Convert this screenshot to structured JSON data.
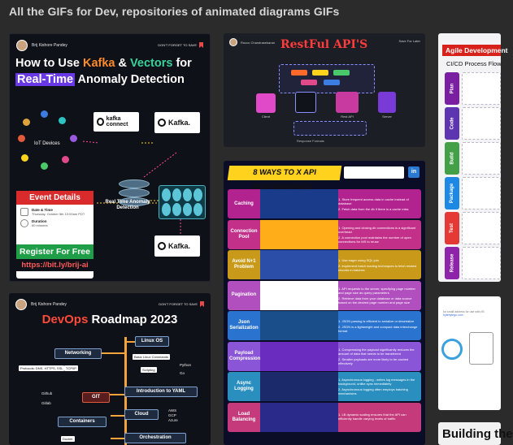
{
  "page": {
    "heading": "All the GIFs for Dev, repositories of animated diagrams GIFs"
  },
  "cards": {
    "kafka": {
      "author": "Brij Kishore Pandey",
      "save_hint": "DON'T FORGET TO SAVE",
      "title_1": "How to Use ",
      "title_kafka": "Kafka",
      "title_and": " & ",
      "title_vectors": "Vectors",
      "title_for": " for",
      "title_realtime": "Real-Time",
      "title_rest": " Anomaly Detection",
      "iot_label": "IoT Devices",
      "kafka_connect": "kafka connect",
      "kafka_1": "Kafka.",
      "kafka_2": "Kafka.",
      "rt_label": "Real Time Anomaly Detection",
      "event_title": "Event Details",
      "date_label": "Date & Time",
      "date_value": "Thursday, October 5th 10:00am PDT",
      "duration_label": "Duration",
      "duration_value": "60 minutes",
      "register": "Register For Free",
      "register_url": "https://bit.ly/brij-ai"
    },
    "restful": {
      "author": "Rocco Chandrasekaran",
      "save_hint": "Save For Later",
      "title": "RestFul API'S",
      "client": "Client",
      "rest_api": "Rest API",
      "server": "Server",
      "footer": "Response Formats"
    },
    "api_perf": {
      "title": "8 WAYS TO X API PERFORMANCE",
      "ln": "in",
      "rows": [
        {
          "label": "Caching",
          "t1": "1. Store frequent access data in cache instead of database",
          "t2": "2. Fetch data from the db if there is a cache miss"
        },
        {
          "label": "Connection Pool",
          "t1": "1. Opening and closing db connections is a significant overhead",
          "t2": "2. A connection pool maintains the number of open connections for MS to reuse"
        },
        {
          "label": "Avoid N+1 Problem",
          "t1": "1. Use eager using SQL join",
          "t2": "2. Implement batch loading techniques to fetch related records in batches"
        },
        {
          "label": "Pagination",
          "t1": "1. API requests to the server, specifying page number and page size as query parameters",
          "t2": "2. Retrieve data from your database or data source based on the desired page number and page size"
        },
        {
          "label": "Json Serialization",
          "t1": "1. JSON parsing is efficient to serialize or deserialize",
          "t2": "2. JSON is a lightweight and compact data interchange format"
        },
        {
          "label": "Payload Compression",
          "t1": "1. Compressing the payload significantly reduces the amount of data that needs to be transferred",
          "t2": "2. Smaller payloads are more likely to be cached effectively"
        },
        {
          "label": "Async Logging",
          "t1": "1. Asynchronous logging - writes log messages in the background, unlike sync immediately",
          "t2": "2. Asynchronous logging often employs batching mechanisms"
        },
        {
          "label": "Load Balancing",
          "t1": "1. LB dynamic scaling ensures that the API can efficiently handle varying levels of traffic",
          "t2": ""
        }
      ]
    },
    "devops": {
      "author": "Brij Kishore Pandey",
      "save_hint": "DON'T FORGET TO SAVE",
      "title_hl": "DevOps",
      "title_rest": " Roadmap 2023",
      "networking": "Networking",
      "linux_os": "Linux OS",
      "basic_linux": "Basic Linux Commands",
      "scripting": "Scripting",
      "python": "Python",
      "go": "Go",
      "protocols": "Protocols: DNS, HTTPS, SSL",
      "tcpip": "TCP/IP",
      "git": "GIT",
      "github": "Github",
      "gitlab": "Gitlab",
      "intro_yaml": "Introduction to YAML",
      "containers": "Containers",
      "cloud": "Cloud",
      "aws": "AWS",
      "gcp": "GCP",
      "azure": "Azure",
      "docker": "Docker",
      "orchestration": "Orchestration"
    },
    "agile": {
      "head": "Agile Development",
      "sub": "CI/CD Process Flow",
      "stages": [
        "Plan",
        "Code",
        "Build",
        "Package",
        "Test",
        "Release"
      ]
    },
    "card6": {
      "text": "for small address for use with IIS",
      "link": "bytebytego.com"
    },
    "card7": {
      "title": "Building the"
    }
  },
  "colors": {
    "background": "#2b2b2b",
    "kafka_orange": "#ff8a2b",
    "vector_green": "#3ad19a",
    "realtime_purple": "#6a39e6",
    "event_red": "#d92b2b",
    "register_green": "#1e9e47",
    "perf_yellow": "#ffd21e",
    "agile_red": "#d7221b"
  }
}
